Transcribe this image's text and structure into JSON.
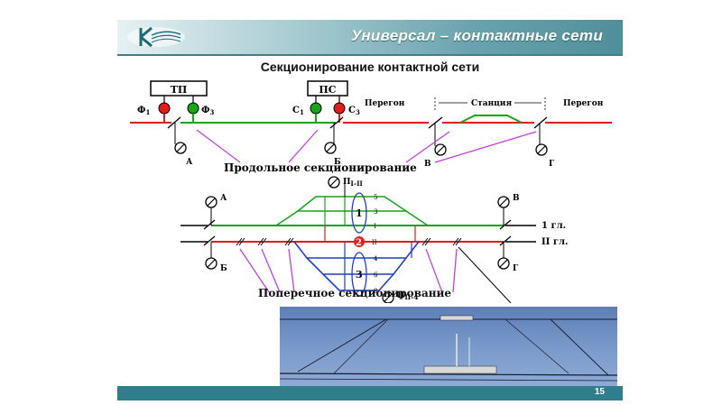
{
  "header": {
    "title": "Универсал – контактные сети"
  },
  "slide_title": "Секционирование контактной сети",
  "page_number": "15",
  "top_diagram": {
    "tp_label": "ТП",
    "ps_label": "ПС",
    "f1": "Ф",
    "f1_sub": "1",
    "f3": "Ф",
    "f3_sub": "3",
    "c1": "С",
    "c1_sub": "1",
    "c3": "С",
    "c3_sub": "3",
    "a": "А",
    "b": "Б",
    "v": "В",
    "g": "Г",
    "peregon_left": "Перегон",
    "stanciya": "Станция",
    "peregon_right": "Перегон",
    "longitudinal": "Продольное секционирование"
  },
  "bottom_diagram": {
    "a": "А",
    "b": "Б",
    "v": "В",
    "g": "Г",
    "p_top": "П",
    "p_top_sub": "I–II",
    "p_bot": "П",
    "p_bot_sub": "II–4",
    "group1": "1",
    "group2": "2",
    "group3": "3",
    "track_5": "5",
    "track_3": "3",
    "track_I": "I",
    "track_II": "II",
    "track_4": "4",
    "track_6": "6",
    "track_8": "8",
    "line_1": "1 гл.",
    "line_2": "II гл.",
    "transverse": "Поперечное секционирование"
  },
  "colors": {
    "red": "#e11d1d",
    "green": "#1aa41a",
    "blue": "#1d3fc4",
    "violet": "#c040e0"
  }
}
